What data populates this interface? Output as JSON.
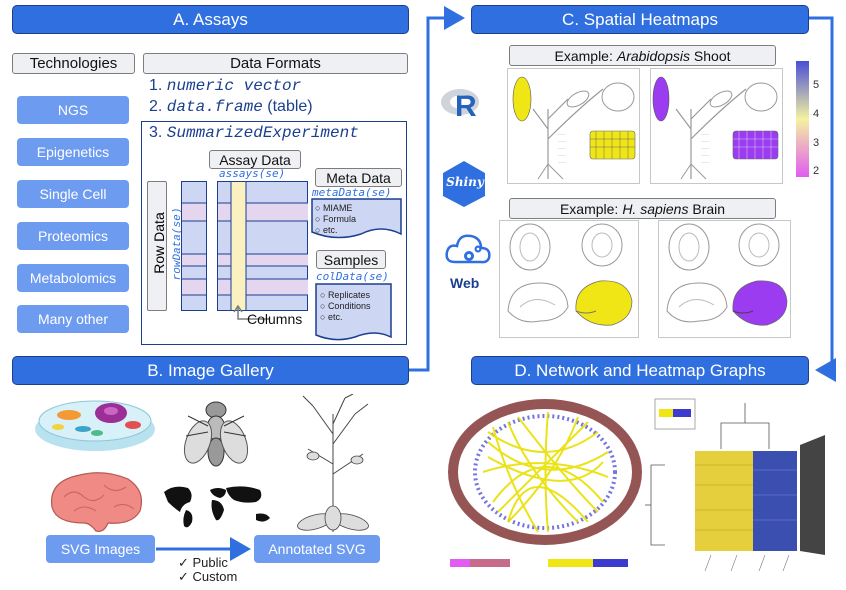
{
  "panels": {
    "a_title": "A. Assays",
    "b_title": "B. Image Gallery",
    "c_title": "C. Spatial Heatmaps",
    "d_title": "D. Network and Heatmap Graphs"
  },
  "assays": {
    "technologies_label": "Technologies",
    "data_formats_label": "Data Formats",
    "technologies": [
      "NGS",
      "Epigenetics",
      "Single Cell",
      "Proteomics",
      "Metabolomics",
      "Many other"
    ],
    "formats": {
      "f1_num": "1.",
      "f1_code": "numeric vector",
      "f2_num": "2.",
      "f2_code": "data.frame",
      "f2_plain": "(table)",
      "f3_num": "3.",
      "f3_code": "SummarizedExperiment"
    },
    "assay_data_label": "Assay Data",
    "assay_data_code": "assays(se)",
    "row_data_label": "Row Data",
    "row_data_code": "rowData(se)",
    "meta_data_label": "Meta Data",
    "meta_data_code": "metaData(se)",
    "meta_items": [
      "MIAME",
      "Formula",
      "etc."
    ],
    "samples_label": "Samples",
    "samples_code": "colData(se)",
    "sample_items": [
      "Replicates",
      "Conditions",
      "etc."
    ],
    "columns_label": "Columns"
  },
  "spatial": {
    "example1_prefix": "Example: ",
    "example1_species": "Arabidopsis",
    "example1_suffix": " Shoot",
    "example2_prefix": "Example: ",
    "example2_species": "H. sapiens",
    "example2_suffix": " Brain",
    "colorbar_ticks": [
      "5",
      "4",
      "3",
      "2"
    ],
    "r_letter": "R",
    "shiny_label": "Shiny",
    "web_label": "Web"
  },
  "gallery": {
    "svg_images_label": "SVG Images",
    "annotated_svg_label": "Annotated SVG",
    "public_label": "✓ Public",
    "custom_label": "✓ Custom"
  },
  "colors": {
    "header_blue": "#2f6fe0",
    "button_blue": "#6d9bf0",
    "arrow_blue": "#2f6fe0",
    "heat_yellow": "#f0e616",
    "heat_purple": "#9b3cf0"
  }
}
